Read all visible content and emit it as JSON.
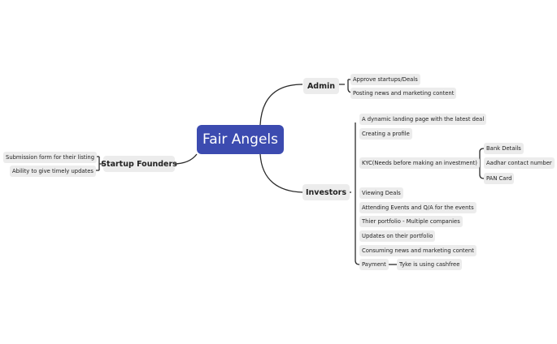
{
  "root": {
    "label": "Fair Angels"
  },
  "admin": {
    "label": "Admin",
    "items": [
      "Approve startups/Deals",
      "Posting news and marketing content"
    ]
  },
  "founders": {
    "label": "Startup Founders",
    "items": [
      "Submission form for their listing",
      "Ability to give timely updates"
    ]
  },
  "investors": {
    "label": "Investors",
    "items": [
      "A dynamic landing page with the latest deal",
      "Creating a profile",
      "KYC(Needs before making an investment)",
      "Viewing Deals",
      "Attending Events and Q/A for the events",
      "Thier portfolio - Multiple companies",
      "Updates on their portfolio",
      "Consuming news and marketing content",
      "Payment"
    ],
    "kyc_items": [
      "Bank Details",
      "Aadhar contact number",
      "PAN Card"
    ],
    "payment_note": "Tyke is using cashfree"
  },
  "colors": {
    "root_bg": "#3c4bb0",
    "node_bg": "#ececec",
    "line": "#2b2b2b"
  }
}
